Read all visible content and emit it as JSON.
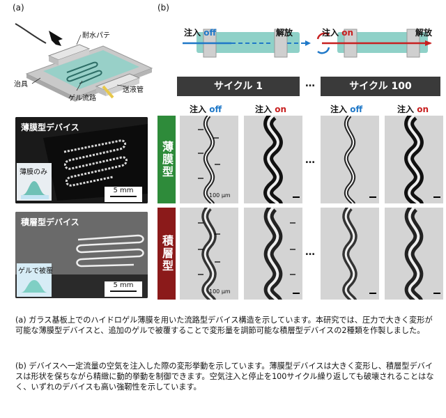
{
  "panel_a": {
    "label": "(a)",
    "callouts": {
      "paste": "耐水パテ",
      "jig": "治具",
      "channel": "ゲル流路",
      "tube": "送液管"
    },
    "photo1": {
      "title": "薄膜型デバイス",
      "inset": "薄膜のみ",
      "scale": "5 mm"
    },
    "photo2": {
      "title": "積層型デバイス",
      "inset": "ゲルで被覆",
      "scale": "5 mm"
    }
  },
  "panel_b": {
    "label": "(b)",
    "left_schematic": {
      "inject": "注入",
      "state": "off",
      "release": "解放"
    },
    "right_schematic": {
      "inject": "注入",
      "state": "on",
      "release": "解放"
    },
    "cycles": [
      {
        "label": "サイクル 1",
        "conditions": [
          {
            "inject": "注入",
            "state": "off"
          },
          {
            "inject": "注入",
            "state": "on"
          }
        ]
      },
      {
        "label": "サイクル 100",
        "conditions": [
          {
            "inject": "注入",
            "state": "off"
          },
          {
            "inject": "注入",
            "state": "on"
          }
        ]
      }
    ],
    "ellipsis": "…",
    "rows": [
      {
        "label": "薄膜型",
        "color": "#2e8b3a"
      },
      {
        "label": "積層型",
        "color": "#8b1a1a"
      }
    ],
    "micro_scale": "100 µm"
  },
  "captions": {
    "a": "(a)  ガラス基板上でのハイドロゲル薄膜を用いた流路型デバイス構造を示しています。本研究では、圧力で大きく変形が可能な薄膜型デバイスと、追加のゲルで被覆することで変形量を調節可能な積層型デバイスの2種類を作製しました。",
    "b": "(b)  デバイスへ一定流量の空気を注入した際の変形挙動を示しています。薄膜型デバイスは大きく変形し、積層型デバイスは形状を保ちながら精緻に動的挙動を制御できます。空気注入と停止を100サイクル繰り返しても破壊されることはなく、いずれのデバイスも高い強靭性を示しています。"
  }
}
